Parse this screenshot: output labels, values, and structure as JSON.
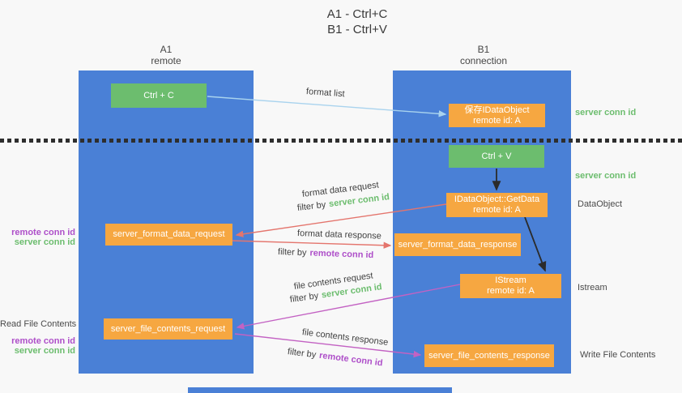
{
  "title": {
    "line1": "A1 - Ctrl+C",
    "line2": "B1 - Ctrl+V"
  },
  "lanes": {
    "left": {
      "name": "A1",
      "role": "remote"
    },
    "right": {
      "name": "B1",
      "role": "connection"
    }
  },
  "nodes": {
    "ctrl_c": "Ctrl + C",
    "ctrl_v": "Ctrl + V",
    "save_obj_line1": "保存IDataObject",
    "save_obj_line2": "remote id: A",
    "getdata_line1": "IDataObject::GetData",
    "getdata_line2": "remote id: A",
    "istream_line1": "IStream",
    "istream_line2": "remote id: A",
    "format_request": "server_format_data_request",
    "format_response": "server_format_data_response",
    "file_request": "server_file_contents_request",
    "file_response": "server_file_contents_response"
  },
  "edges": {
    "format_list": "format list",
    "format_data_request": "format data request",
    "format_data_response": "format data response",
    "file_contents_request": "file contents request",
    "file_contents_response": "file contents response",
    "filter_by": "filter by",
    "server_conn_id": "server conn id",
    "remote_conn_id": "remote conn id"
  },
  "side": {
    "server_conn_id_top": "server conn id",
    "server_conn_id_mid": "server conn id",
    "dataobject": "DataObject",
    "istream": "Istream",
    "read_file_contents": "Read File Contents",
    "write_file_contents": "Write File Contents",
    "remote_conn_id": "remote conn id",
    "server_conn_id": "server conn id"
  },
  "colors": {
    "lane_blue": "#4a80d6",
    "box_green": "#6cbd6e",
    "box_orange": "#f6a741",
    "green_text": "#6cbd6e",
    "purple_text": "#ae4fc9",
    "arrow_blue": "#a9d3ee",
    "arrow_red": "#e4756d",
    "arrow_magenta": "#c362c3",
    "arrow_black": "#2b2b2b"
  }
}
